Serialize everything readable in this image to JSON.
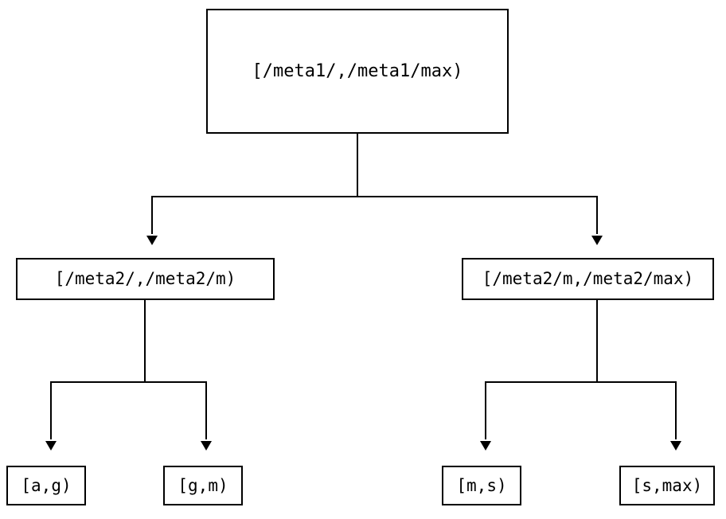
{
  "diagram": {
    "type": "tree",
    "background_color": "#ffffff",
    "line_color": "#000000",
    "text_color": "#000000",
    "nodes": {
      "root": {
        "label": "[/meta1/,/meta1/max)"
      },
      "mid_left": {
        "label": "[/meta2/,/meta2/m)"
      },
      "mid_right": {
        "label": "[/meta2/m,/meta2/max)"
      },
      "leaves": [
        {
          "label": "[a,g)"
        },
        {
          "label": "[g,m)"
        },
        {
          "label": "[m,s)"
        },
        {
          "label": "[s,max)"
        }
      ]
    },
    "edges": [
      {
        "from": "root",
        "to": "mid_left",
        "arrow": "down-triangle"
      },
      {
        "from": "root",
        "to": "mid_right",
        "arrow": "down-triangle"
      },
      {
        "from": "mid_left",
        "to": "leaf_1",
        "arrow": "down-triangle"
      },
      {
        "from": "mid_left",
        "to": "leaf_2",
        "arrow": "down-triangle"
      },
      {
        "from": "mid_right",
        "to": "leaf_3",
        "arrow": "down-triangle"
      },
      {
        "from": "mid_right",
        "to": "leaf_4",
        "arrow": "down-triangle"
      }
    ]
  }
}
